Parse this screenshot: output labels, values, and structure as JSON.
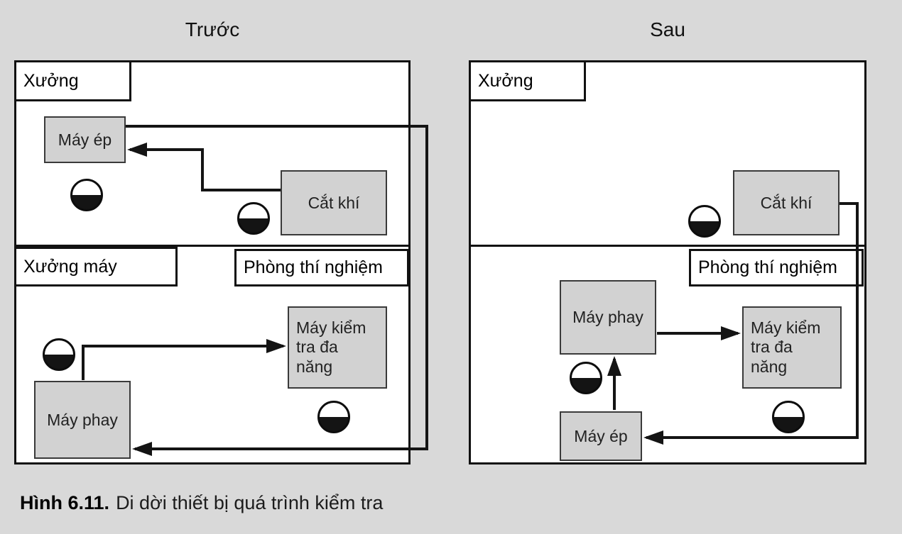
{
  "figure": {
    "caption_label": "Hình 6.11.",
    "caption_text": "Di dời thiết bị quá trình kiểm tra"
  },
  "panels": {
    "before": {
      "title": "Trước",
      "areas": {
        "workshop": "Xưởng",
        "machine_shop": "Xưởng máy",
        "lab": "Phòng thí nghiệm"
      },
      "machines": {
        "press": "Máy ép",
        "gas_cutting": "Cắt khí",
        "milling": "Máy phay",
        "inspection": "Máy kiểm tra đa năng"
      }
    },
    "after": {
      "title": "Sau",
      "areas": {
        "workshop": "Xưởng",
        "lab": "Phòng thí nghiệm"
      },
      "machines": {
        "press": "Máy ép",
        "gas_cutting": "Cắt khí",
        "milling": "Máy phay",
        "inspection": "Máy kiểm tra đa năng"
      }
    }
  },
  "colors": {
    "background": "#d9d9d9",
    "panel_background": "#ffffff",
    "machine_fill": "#d2d2d2",
    "line": "#141414"
  }
}
